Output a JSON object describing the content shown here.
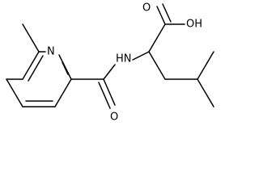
{
  "molecule": {
    "atoms": {
      "nitrogen_ring": "N",
      "amide_nh": "HN",
      "carbonyl_o": "O",
      "acid_o": "O",
      "acid_oh": "OH"
    }
  }
}
